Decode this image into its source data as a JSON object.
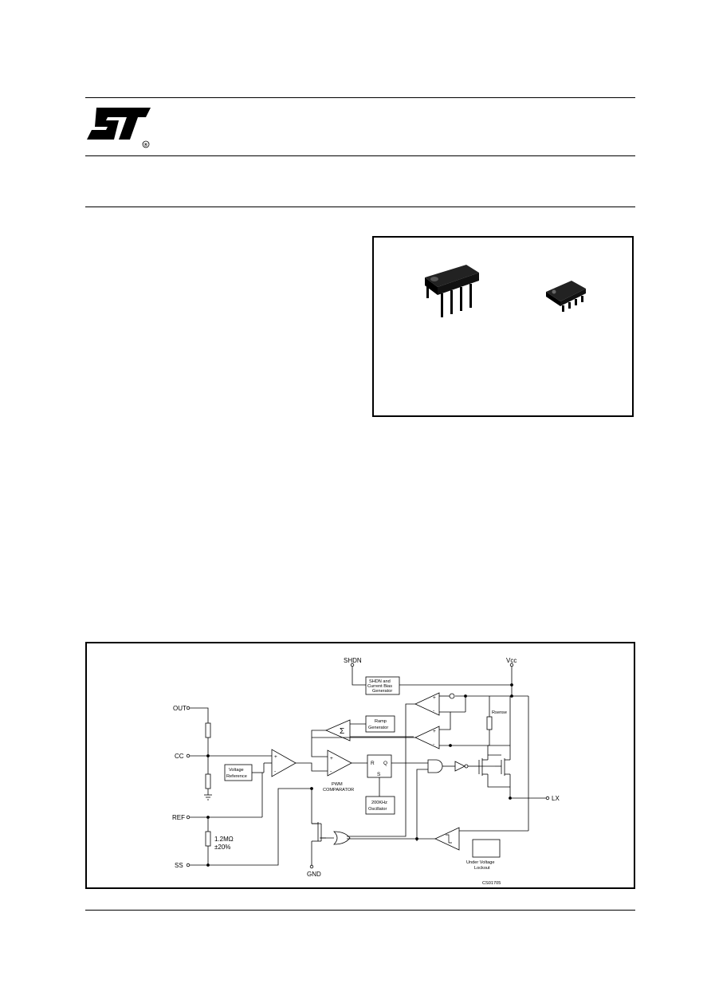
{
  "header": {
    "logo_alt": "ST",
    "registered_mark": "®"
  },
  "diagram": {
    "pins": {
      "out": "OUT",
      "cc": "CC",
      "ref": "REF",
      "ss": "SS",
      "gnd": "GND",
      "shdn": "SHDN",
      "vcc": "Vcc",
      "lx": "LX"
    },
    "blocks": {
      "shdn_line1": "SHDN and",
      "shdn_line2": "Current Bias",
      "shdn_line3": "Generator",
      "ramp_line1": "Ramp",
      "ramp_line2": "Generator",
      "vref_line1": "Voltage",
      "vref_line2": "Reference",
      "osc_line1": "200KHz",
      "osc_line2": "Oscillator",
      "uvlo_line1": "Under Voltage",
      "uvlo_line2": "Lockout",
      "pwm_line1": "PWM",
      "pwm_line2": "COMPARATOR",
      "rsense": "Rsense",
      "sigma": "Σ",
      "ff_r": "R",
      "ff_q": "Q",
      "ff_s": "S",
      "res_value": "1.2MΩ",
      "res_tol": "±20%",
      "plus": "+",
      "minus": "-",
      "code": "CS01705"
    }
  }
}
